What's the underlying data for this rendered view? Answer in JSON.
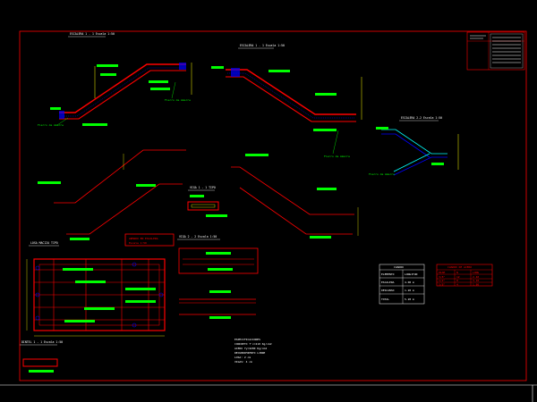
{
  "colors": {
    "background": "#000000",
    "border": "#ff0000",
    "rebar": "#ff0000",
    "dimension": "#ffff00",
    "label_bg": "#00ff00",
    "label_text": "#0000ff",
    "stirrup": "#0000ff",
    "text": "#ffffff",
    "cyan": "#00ffff"
  },
  "section_titles": {
    "stair1": "ESCALERA 1 - 1 Escala 1:50",
    "stair2": "ESCALERA 1 - 1 Escala 1:50",
    "stair3": "ESCALERA 2-2 Escala 1:50",
    "slab": "LOSA MACIZA TIPO",
    "beam_a": "VIGA 1 - 1 TIPO",
    "beam_b": "VIGA 2 - 2 Escala 1:50",
    "lintel": "DINTEL 1 - 1 Escala 1:50"
  },
  "warning": {
    "line1": "ARMADO EN ESCALERA",
    "line2": "Escala 1:50"
  },
  "note_labels": {
    "n1": "Fierro de Amarre",
    "n2": "Fierro de Amarre",
    "n3": "Fierro de Amarre",
    "n4": "Fierro de Amarre"
  },
  "notes": [
    "ESPECIFICACIONES",
    "CONCRETO  f'c=210 Kg/cm2",
    "ACERO  fy=4200 Kg/cm2",
    "RECUBRIMIENTO LIBRE",
    "LOSA: 2 cm",
    "VIGAS: 4 cm"
  ],
  "table1": {
    "header": "CUADRO",
    "rows": [
      [
        "ELEMENTO",
        "LONGITUD"
      ],
      [
        "ESCALERA",
        "4.00 m"
      ],
      [
        "DESCANSO",
        "1.20 m"
      ],
      [
        "TOTAL",
        "5.20 m"
      ]
    ]
  },
  "table2": {
    "header": "CUADRO DE ACERO",
    "rows": [
      [
        "DIAM",
        "N",
        "LONG"
      ],
      [
        "3/8\"",
        "12",
        "2.40"
      ],
      [
        "1/2\"",
        "8",
        "3.10"
      ],
      [
        "5/8\"",
        "4",
        "1.80"
      ]
    ]
  }
}
